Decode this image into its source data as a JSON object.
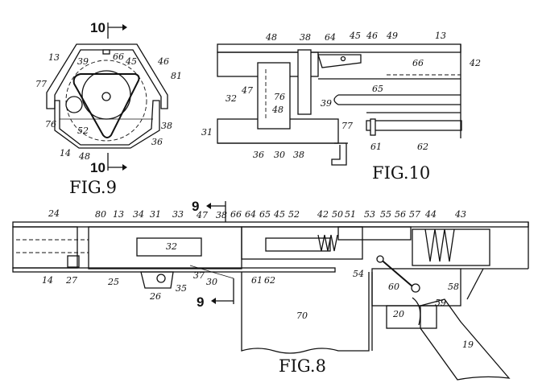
{
  "figures": {
    "fig9": {
      "caption": "FIG.9",
      "section_marks": [
        "10",
        "10"
      ],
      "refs": [
        "13",
        "39",
        "66",
        "45",
        "46",
        "81",
        "77",
        "76",
        "52",
        "38",
        "36",
        "14",
        "48"
      ]
    },
    "fig10": {
      "caption": "FIG.10",
      "refs": [
        "48",
        "38",
        "64",
        "45",
        "46",
        "49",
        "13",
        "66",
        "42",
        "47",
        "32",
        "76",
        "39",
        "65",
        "48",
        "77",
        "31",
        "36",
        "30",
        "38",
        "61",
        "62"
      ]
    },
    "fig8": {
      "caption": "FIG.8",
      "section_marks": [
        "9",
        "9"
      ],
      "refs": [
        "24",
        "80",
        "13",
        "34",
        "31",
        "33",
        "47",
        "38",
        "66",
        "64",
        "65",
        "45",
        "52",
        "42",
        "50",
        "51",
        "53",
        "55",
        "56",
        "57",
        "44",
        "43",
        "32",
        "14",
        "27",
        "25",
        "26",
        "35",
        "37",
        "30",
        "61",
        "62",
        "54",
        "60",
        "58",
        "59",
        "20",
        "70",
        "19"
      ]
    }
  },
  "hatch_color": "#111111",
  "background": "#ffffff"
}
